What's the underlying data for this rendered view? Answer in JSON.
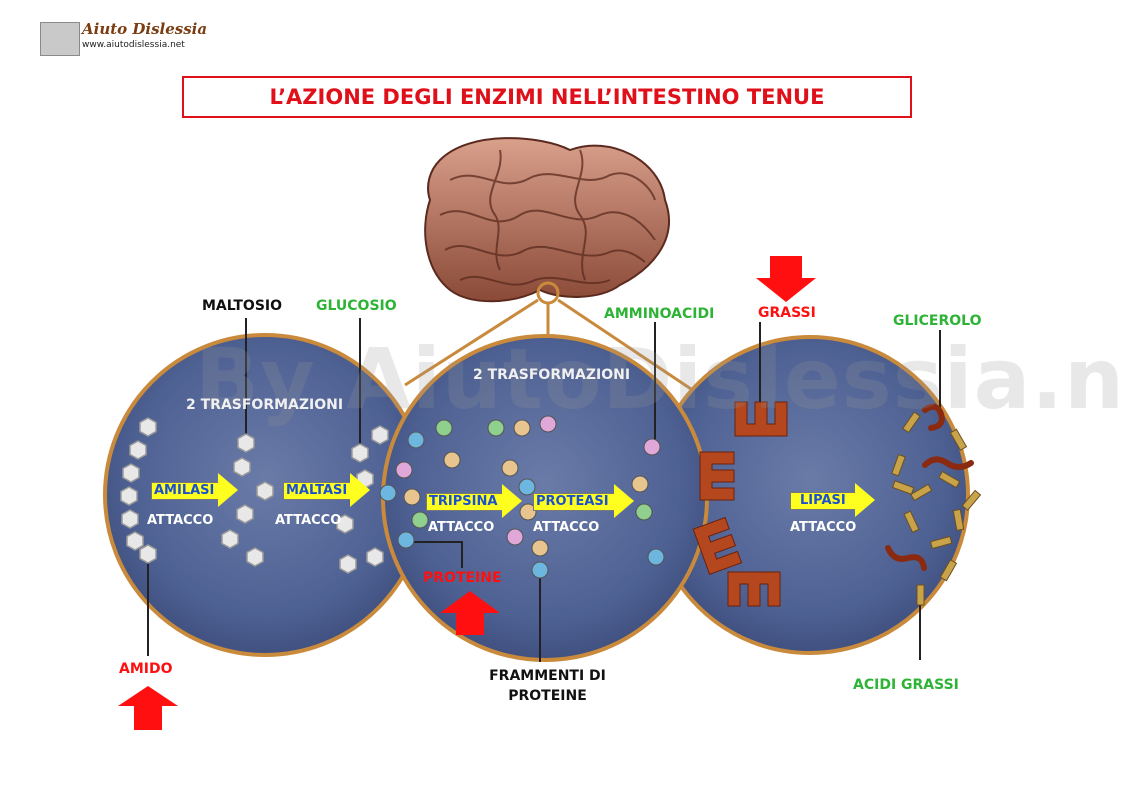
{
  "header": {
    "logo_title": "Aiuto Dislessia",
    "logo_url": "www.aiutodislessia.net"
  },
  "title": "L’AZIONE DEGLI ENZIMI NELL’INTESTINO TENUE",
  "watermark": "By AiutoDislessia.net",
  "labels": {
    "maltosio": "MALTOSIO",
    "glucosio": "GLUCOSIO",
    "amminoacidi": "AMMINOACIDI",
    "grassi": "GRASSI",
    "glicerolo": "GLICEROLO",
    "proteine": "PROTEINE",
    "amido": "AMIDO",
    "frammenti_line1": "FRAMMENTI DI",
    "frammenti_line2": "PROTEINE",
    "acidi_grassi": "ACIDI GRASSI"
  },
  "circles": {
    "left_transformations": "2 TRASFORMAZIONI",
    "middle_transformations": "2 TRASFORMAZIONI"
  },
  "enzymes": [
    {
      "name": "AMILASI",
      "action": "ATTACCO"
    },
    {
      "name": "MALTASI",
      "action": "ATTACCO"
    },
    {
      "name": "TRIPSINA",
      "action": "ATTACCO"
    },
    {
      "name": "PROTEASI",
      "action": "ATTACCO"
    },
    {
      "name": "LIPASI",
      "action": "ATTACCO"
    }
  ],
  "colors": {
    "title_red": "#e0101a",
    "label_green": "#2db335",
    "label_red": "#ff1010",
    "enzyme_yellow": "#ffff1f",
    "enzyme_text_blue": "#1a4fd0",
    "circle_blue": "#4e6193",
    "circle_rim": "#c98a3c",
    "intestine": "#b06b55"
  }
}
